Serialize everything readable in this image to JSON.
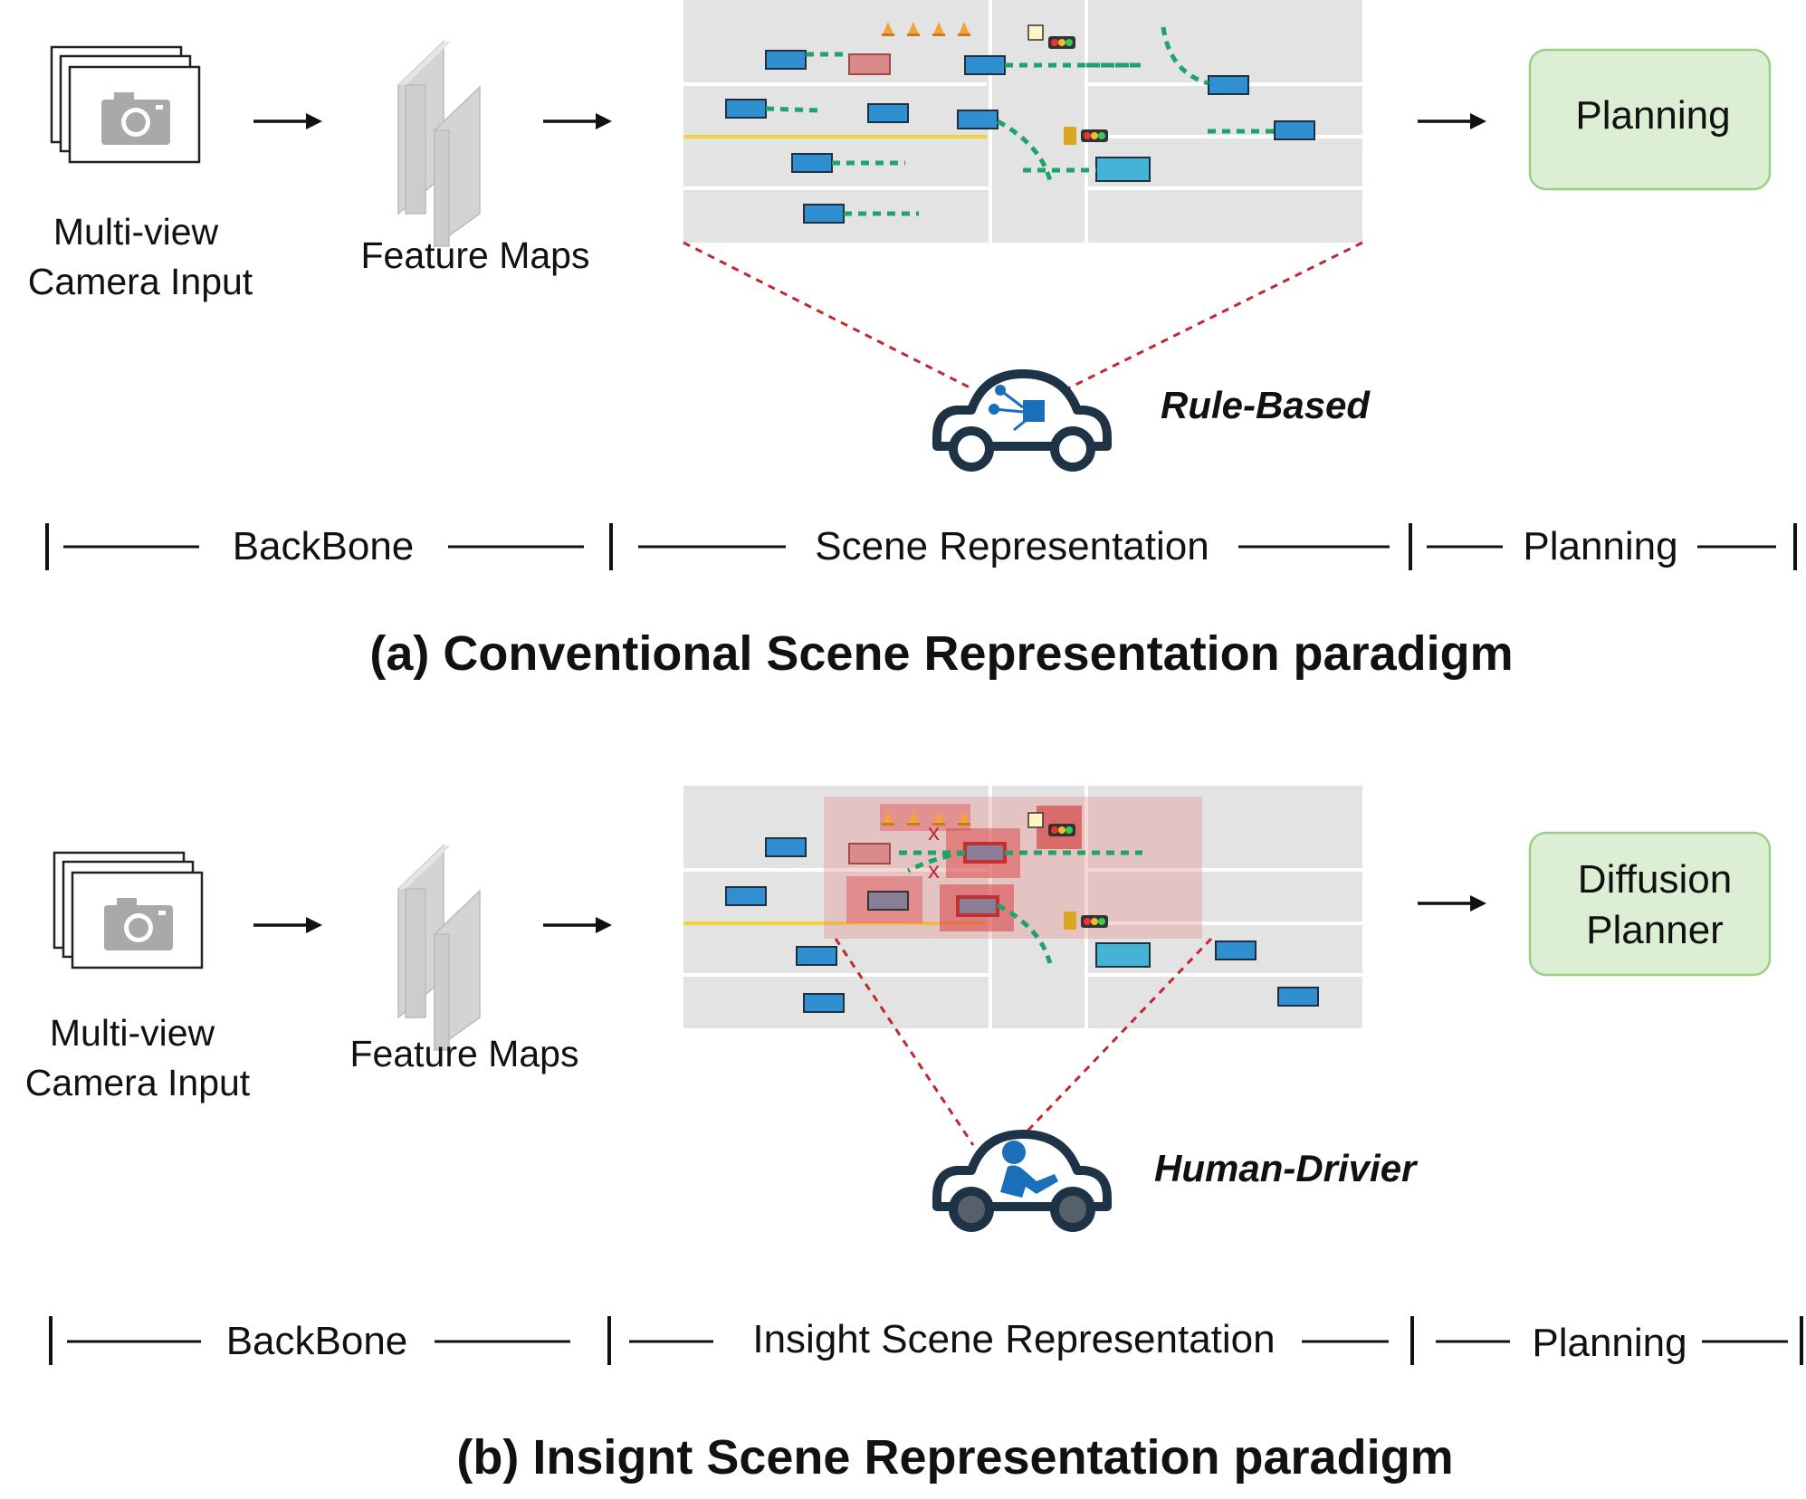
{
  "panel_a": {
    "camera_label_line1": "Multi-view",
    "camera_label_line2": "Camera Input",
    "feature_label": "Feature Maps",
    "planning_box": "Planning",
    "driver_label": "Rule-Based",
    "stages": [
      "BackBone",
      "Scene Representation",
      "Planning"
    ],
    "caption": "(a) Conventional Scene Representation paradigm"
  },
  "panel_b": {
    "camera_label_line1": "Multi-view",
    "camera_label_line2": "Camera Input",
    "feature_label": "Feature Maps",
    "planner_line1": "Diffusion",
    "planner_line2": "Planner",
    "driver_label": "Human-Drivier",
    "stages": [
      "BackBone",
      "Insight Scene Representation",
      "Planning"
    ],
    "caption": "(b) Insignt Scene Representation paradigm"
  },
  "colors": {
    "vehicle": "#2f8fd0",
    "trajectory": "#1fa36c",
    "planning_box_fill": "#dcefd4",
    "planning_box_stroke": "#9bcf86",
    "attention_overlay": "#e87a7a",
    "robot_car": "#1f3347",
    "robot_accent": "#1a6fb8"
  },
  "icons": [
    "camera-icon",
    "feature-map-icon",
    "arrow-right-icon",
    "traffic-light-icon",
    "traffic-cone-icon",
    "robot-car-icon",
    "human-driver-car-icon"
  ]
}
